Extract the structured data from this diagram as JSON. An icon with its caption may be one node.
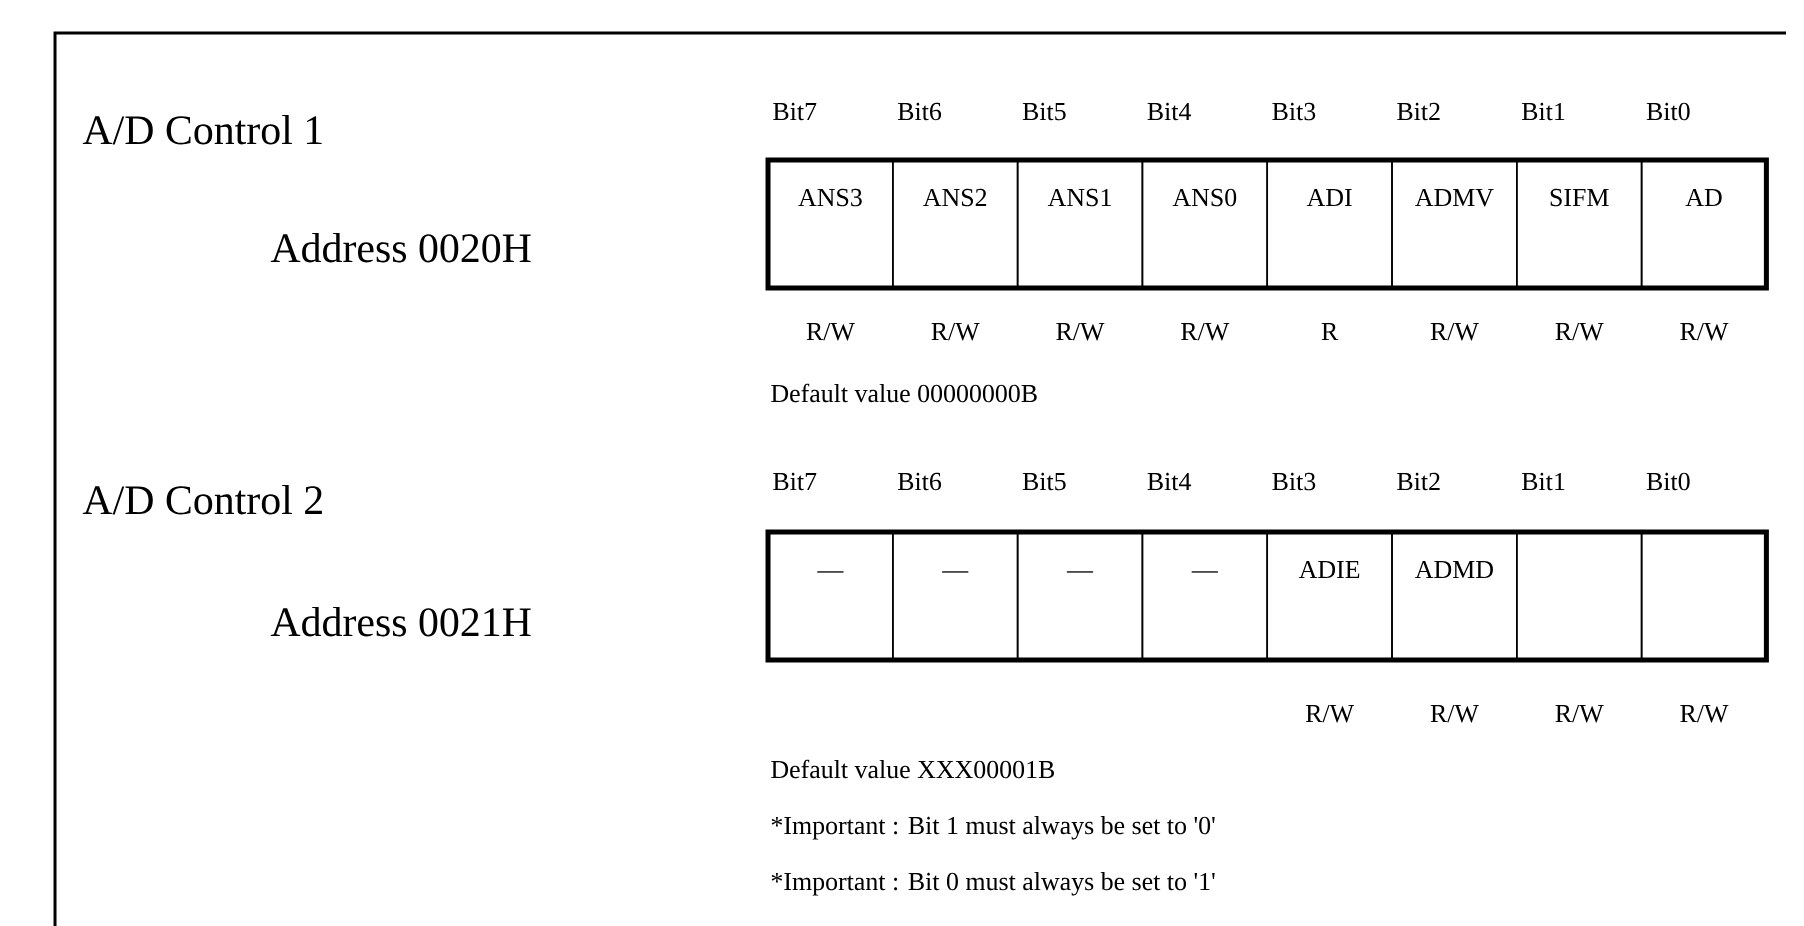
{
  "diagram": {
    "nodes": [
      {
        "text": [
          "ANS3"
        ]
      },
      {
        "text": [
          "ANS2"
        ]
      },
      {
        "text": [
          "ANS1"
        ]
      },
      {
        "text": [
          "ANS0"
        ]
      },
      {
        "text": [
          "ADI"
        ]
      },
      {
        "text": [
          "ADMV"
        ]
      },
      {
        "text": [
          "SIFM"
        ]
      },
      {
        "text": [
          "AD"
        ]
      },
      {
        "text": [
          "—"
        ]
      },
      {
        "text": [
          "—"
        ]
      },
      {
        "text": [
          "—"
        ]
      },
      {
        "text": [
          "—"
        ]
      },
      {
        "text": [
          "ADIE"
        ]
      },
      {
        "text": [
          "ADMD"
        ]
      },
      {
        "text": [],
        "shape": "box"
      },
      {
        "text": [],
        "shape": "box"
      }
    ],
    "labels": [
      "A/D Control 1",
      "Address 0020H",
      "Bit7",
      "Bit6",
      "Bit5",
      "Bit4",
      "Bit3",
      "Bit2",
      "Bit1",
      "Bit0",
      "R/W",
      "R/W",
      "R/W",
      "R/W",
      "R",
      "R/W",
      "R/W",
      "R/W",
      "Default value 00000000B",
      "A/D Control 2",
      "Address 0021H",
      "Bit7",
      "Bit6",
      "Bit5",
      "Bit4",
      "Bit3",
      "Bit2",
      "Bit1",
      "Bit0",
      "R/W",
      "R/W",
      "R/W",
      "R/W",
      "Default value XXX00001B",
      "*Important : Bit 1 must always be set to '0'",
      "*Important : Bit 0 must always be set to '1'"
    ]
  }
}
